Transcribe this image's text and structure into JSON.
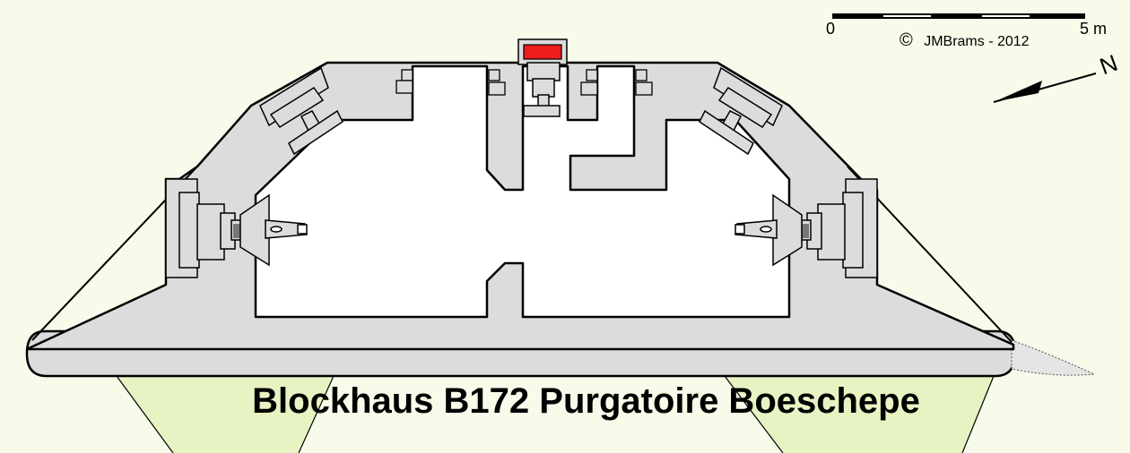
{
  "title": "Blockhaus B172 Purgatoire Boeschepe",
  "copyright": {
    "symbol": "©",
    "text": "JMBrams  -  2012"
  },
  "scale_bar": {
    "start_label": "0",
    "end_label": "5 m"
  },
  "north_label": "N",
  "colors": {
    "background": "#f6fbea",
    "concrete": "#dcdcdc",
    "interior": "#ffffff",
    "field_of_fire": "#e7f3c2",
    "loophole_marker": "#ee1c1c",
    "outline": "#000000"
  }
}
